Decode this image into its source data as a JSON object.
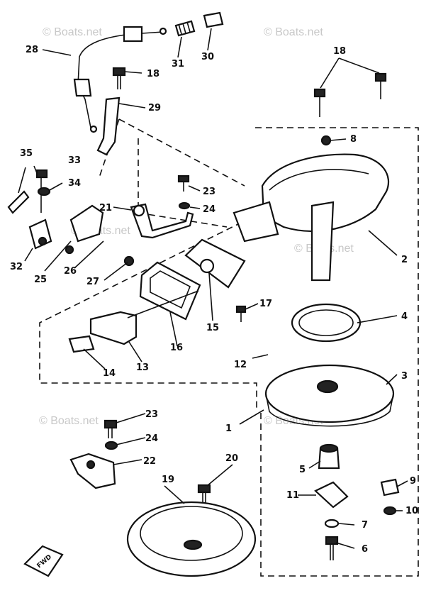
{
  "watermark": "© Boats.net",
  "fwd_label": "FWD",
  "callouts": {
    "c1": "1",
    "c2": "2",
    "c3": "3",
    "c4": "4",
    "c5": "5",
    "c6": "6",
    "c7": "7",
    "c8": "8",
    "c9": "9",
    "c10": "10",
    "c11": "11",
    "c12": "12",
    "c13": "13",
    "c14": "14",
    "c15": "15",
    "c16": "16",
    "c17": "17",
    "c18a": "18",
    "c18b": "18",
    "c19": "19",
    "c20": "20",
    "c21": "21",
    "c22": "22",
    "c23a": "23",
    "c23b": "23",
    "c24a": "24",
    "c24b": "24",
    "c25": "25",
    "c26": "26",
    "c27": "27",
    "c28": "28",
    "c29": "29",
    "c30": "30",
    "c31": "31",
    "c32": "32",
    "c33": "33",
    "c34": "34",
    "c35": "35"
  }
}
